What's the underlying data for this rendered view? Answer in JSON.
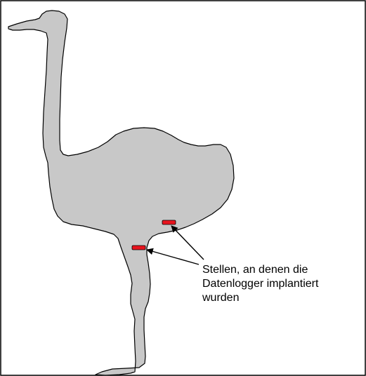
{
  "annotation": {
    "lines": [
      "Stellen, an denen die",
      "Datenlogger implantiert",
      "wurden"
    ]
  },
  "colors": {
    "bird_fill": "#c8c8c8",
    "bird_outline": "#000000",
    "logger_fill": "#e8141e",
    "frame": "#000000"
  },
  "icons": {
    "bird": "ostrich-silhouette",
    "marker": "data-logger-marker"
  }
}
